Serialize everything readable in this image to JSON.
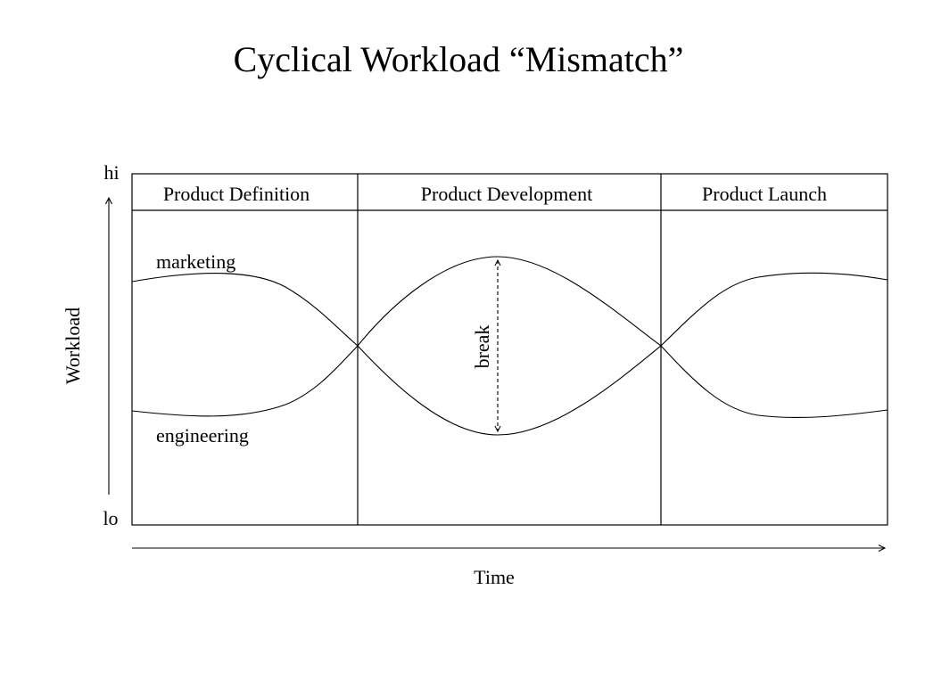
{
  "title": "Cyclical Workload “Mismatch”",
  "axes": {
    "y_label": "Workload",
    "y_hi": "hi",
    "y_lo": "lo",
    "x_label": "Time"
  },
  "phases": [
    {
      "label": "Product Definition"
    },
    {
      "label": "Product Development"
    },
    {
      "label": "Product Launch"
    }
  ],
  "curves": {
    "top_label": "marketing",
    "bottom_label": "engineering"
  },
  "annotation": {
    "break_label": "break"
  },
  "colors": {
    "stroke": "#000000",
    "background": "#ffffff"
  }
}
